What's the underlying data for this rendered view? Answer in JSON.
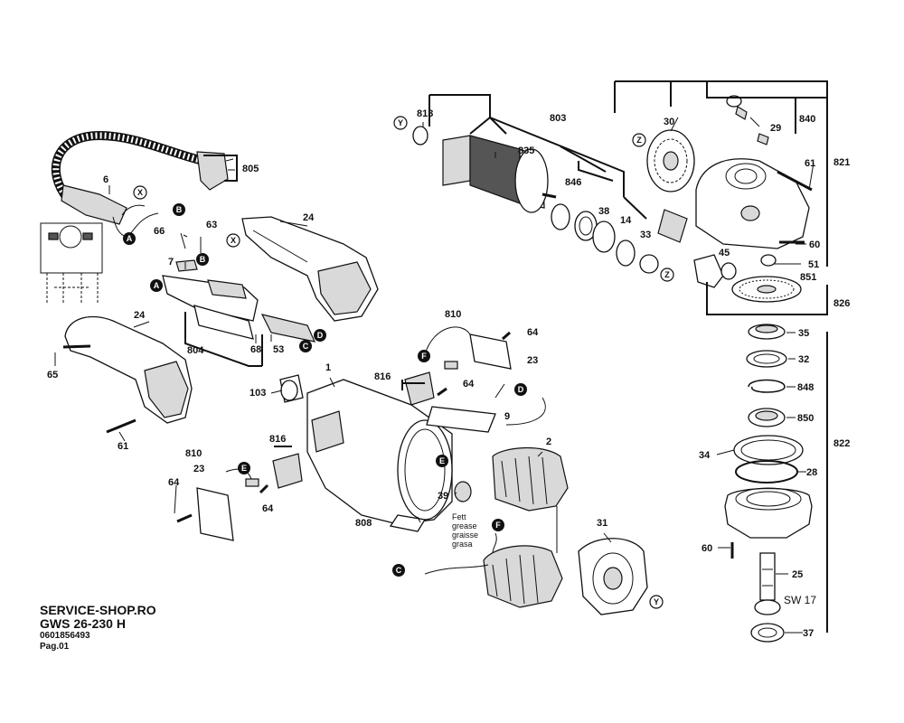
{
  "footer": {
    "shop": "SERVICE-SHOP.RO",
    "model": "GWS 26-230 H",
    "part_number": "0601856493",
    "page": "Pag.01"
  },
  "callouts": {
    "A": "A",
    "B": "B",
    "C": "C",
    "D": "D",
    "E": "E",
    "F": "F",
    "X": "X",
    "Y": "Y",
    "Z": "Z"
  },
  "labels": {
    "p1": "1",
    "p2": "2",
    "p6": "6",
    "p7": "7",
    "p9": "9",
    "p14": "14",
    "p23": "23",
    "p24": "24",
    "p25": "25",
    "p28": "28",
    "p29": "29",
    "p30": "30",
    "p31": "31",
    "p32": "32",
    "p33": "33",
    "p34": "34",
    "p35": "35",
    "p37": "37",
    "p38": "38",
    "p39": "39",
    "p45": "45",
    "p51": "51",
    "p53": "53",
    "p60": "60",
    "p61": "61",
    "p63": "63",
    "p64": "64",
    "p65": "65",
    "p66": "66",
    "p68": "68",
    "p103": "103",
    "p803": "803",
    "p804": "804",
    "p805": "805",
    "p808": "808",
    "p810": "810",
    "p813": "813",
    "p816": "816",
    "p821": "821",
    "p822": "822",
    "p826": "826",
    "p835": "835",
    "p840": "840",
    "p846": "846",
    "p848": "848",
    "p850": "850",
    "p851": "851",
    "sw17": "SW 17"
  },
  "grease_note": [
    "Fett",
    "grease",
    "graisse",
    "grasa"
  ]
}
